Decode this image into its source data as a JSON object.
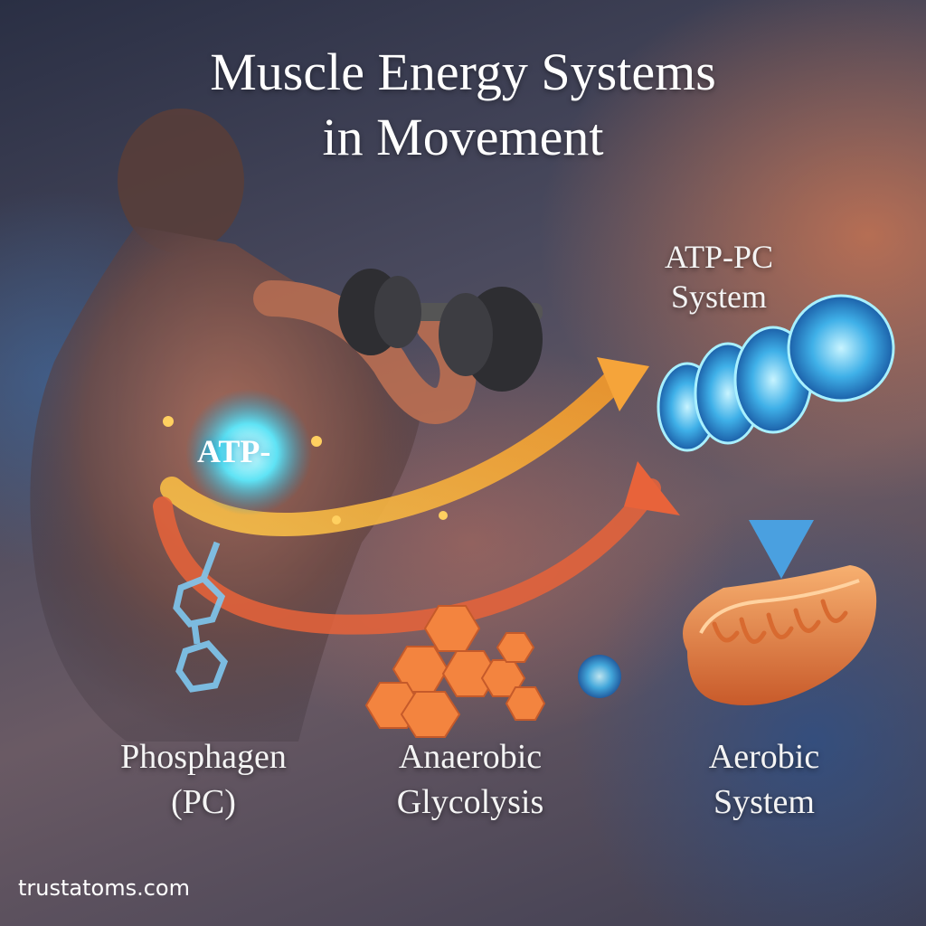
{
  "title": {
    "line1": "Muscle Energy Systems",
    "line2": "in Movement"
  },
  "labels": {
    "atp_core": "ATP-",
    "atp_pc_system": {
      "line1": "ATP-PC",
      "line2": "System"
    },
    "phosphagen": {
      "line1": "Phosphagen",
      "line2": "(PC)"
    },
    "anaerobic": {
      "line1": "Anaerobic",
      "line2": "Glycolysis"
    },
    "aerobic": {
      "line1": "Aerobic",
      "line2": "System"
    }
  },
  "footer": {
    "watermark": "trustatoms.com"
  },
  "colors": {
    "atp_glow": "#5fe3f5",
    "orange_arrow": "#f5a43a",
    "red_arrow": "#e8633a",
    "mitochondrion": "#f08a3c",
    "molecule_blue": "#3fb0e8",
    "hexagon": "#f3843f"
  }
}
